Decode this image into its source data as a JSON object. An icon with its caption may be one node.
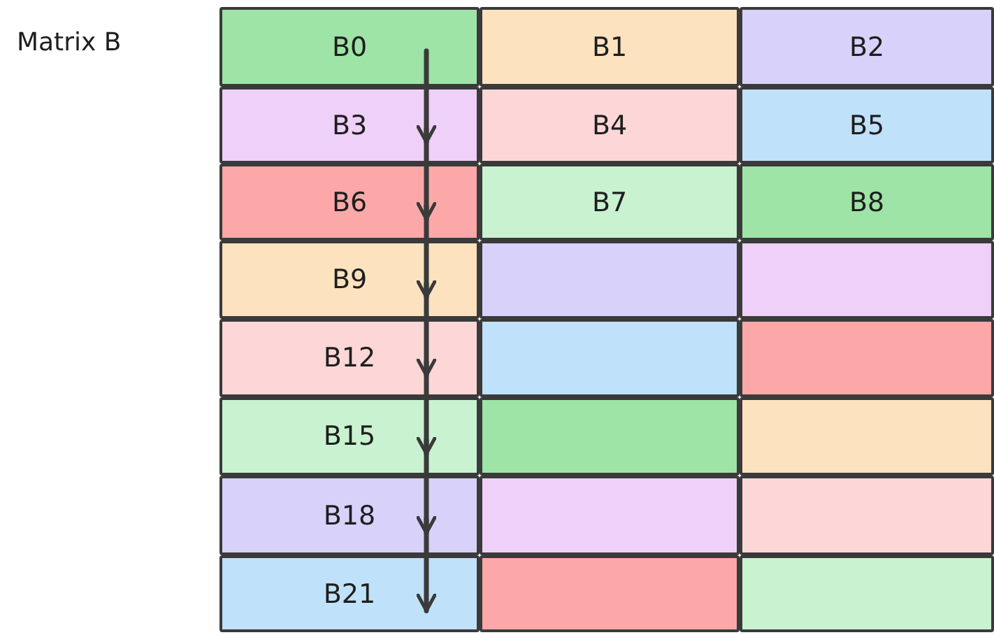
{
  "diagram": {
    "nodes": [
      {
        "text": [
          "B0"
        ]
      },
      {
        "text": [
          "B1"
        ]
      },
      {
        "text": [
          "B2"
        ]
      },
      {
        "text": [
          "B3"
        ]
      },
      {
        "text": [
          "B4"
        ]
      },
      {
        "text": [
          "B5"
        ]
      },
      {
        "text": [
          "B6"
        ]
      },
      {
        "text": [
          "B7"
        ]
      },
      {
        "text": [
          "B8"
        ]
      },
      {
        "text": [
          "B9"
        ]
      },
      {
        "text": [],
        "shape": "box"
      },
      {
        "text": [],
        "shape": "box"
      },
      {
        "text": [
          "B12"
        ]
      },
      {
        "text": [],
        "shape": "box"
      },
      {
        "text": [],
        "shape": "box"
      },
      {
        "text": [
          "B15"
        ]
      },
      {
        "text": [],
        "shape": "box"
      },
      {
        "text": [],
        "shape": "box"
      },
      {
        "text": [
          "B18"
        ]
      },
      {
        "text": [],
        "shape": "box"
      },
      {
        "text": [],
        "shape": "box"
      },
      {
        "text": [
          "B21"
        ]
      },
      {
        "text": [],
        "shape": "box"
      },
      {
        "text": [],
        "shape": "box"
      }
    ],
    "edges": [
      {
        "from": 0,
        "to": 3,
        "arrow": "to"
      },
      {
        "from": 3,
        "to": 6,
        "arrow": "to"
      },
      {
        "from": 6,
        "to": 9,
        "arrow": "to"
      },
      {
        "from": 9,
        "to": 12,
        "arrow": "to"
      },
      {
        "from": 12,
        "to": 15,
        "arrow": "to"
      },
      {
        "from": 15,
        "to": 18,
        "arrow": "to"
      },
      {
        "from": 18,
        "to": 21,
        "arrow": "to"
      }
    ],
    "labels": [
      "Matrix B"
    ]
  }
}
